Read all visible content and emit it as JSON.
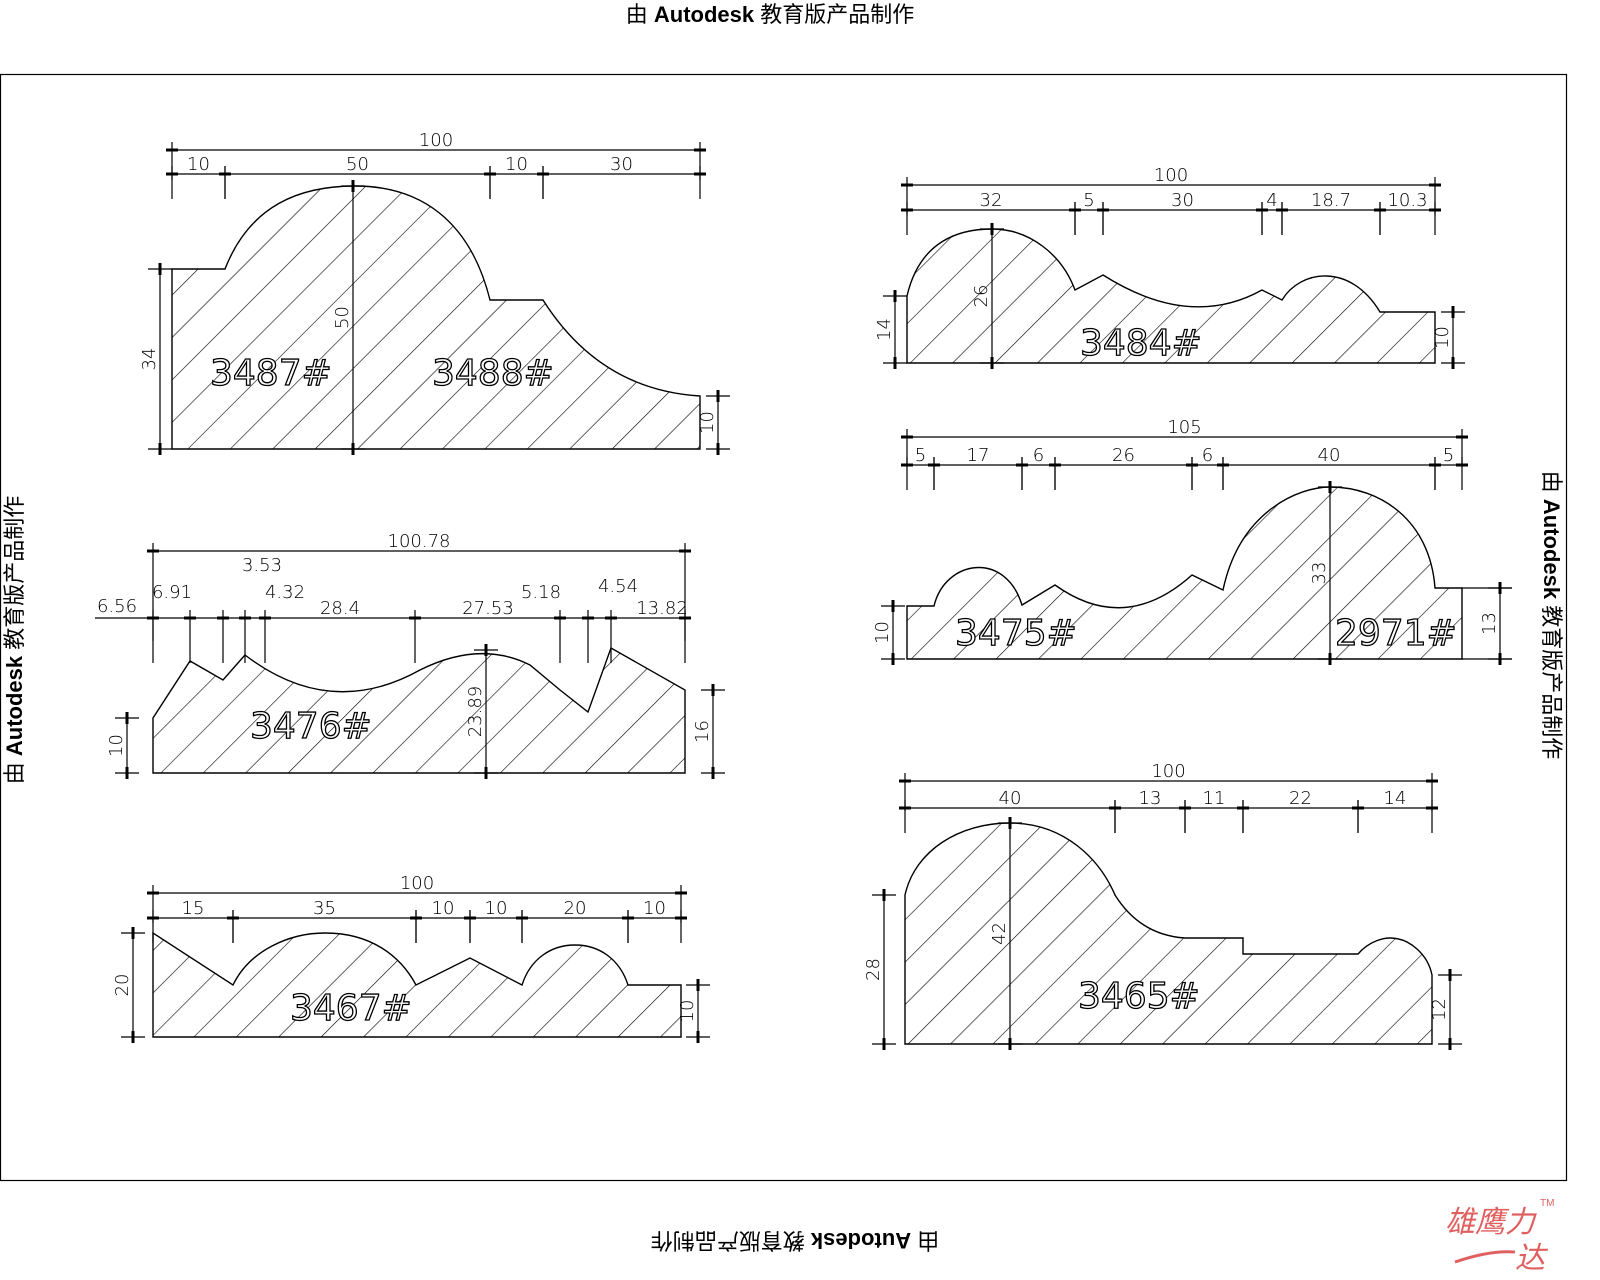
{
  "watermark": {
    "prefix": "由",
    "brand": "Autodesk",
    "suffix": "教育版产品制作"
  },
  "logo": {
    "text": "雄鹰力",
    "text2": "达",
    "tm": "TM"
  },
  "profiles": [
    {
      "labels": [
        "3487#",
        "3488#"
      ],
      "hdims": [
        "100",
        "10",
        "50",
        "10",
        "30"
      ],
      "vdims": [
        "34",
        "50",
        "10"
      ]
    },
    {
      "labels": [
        "3484#"
      ],
      "hdims": [
        "100",
        "32",
        "5",
        "30",
        "4",
        "18.7",
        "10.3"
      ],
      "vdims": [
        "14",
        "26",
        "10"
      ]
    },
    {
      "labels": [
        "3475#",
        "2971#"
      ],
      "hdims": [
        "105",
        "5",
        "17",
        "6",
        "26",
        "6",
        "40",
        "5"
      ],
      "vdims": [
        "10",
        "33",
        "13"
      ]
    },
    {
      "labels": [
        "3476#"
      ],
      "hdims": [
        "100.78",
        "6.56",
        "6.91",
        "3.53",
        "4.32",
        "28.4",
        "27.53",
        "5.18",
        "4.54",
        "13.82"
      ],
      "vdims": [
        "10",
        "23.89",
        "16"
      ]
    },
    {
      "labels": [
        "3467#"
      ],
      "hdims": [
        "100",
        "15",
        "35",
        "10",
        "10",
        "20",
        "10"
      ],
      "vdims": [
        "20",
        "10"
      ]
    },
    {
      "labels": [
        "3465#"
      ],
      "hdims": [
        "100",
        "40",
        "13",
        "11",
        "22",
        "14"
      ],
      "vdims": [
        "28",
        "42",
        "12"
      ]
    }
  ]
}
